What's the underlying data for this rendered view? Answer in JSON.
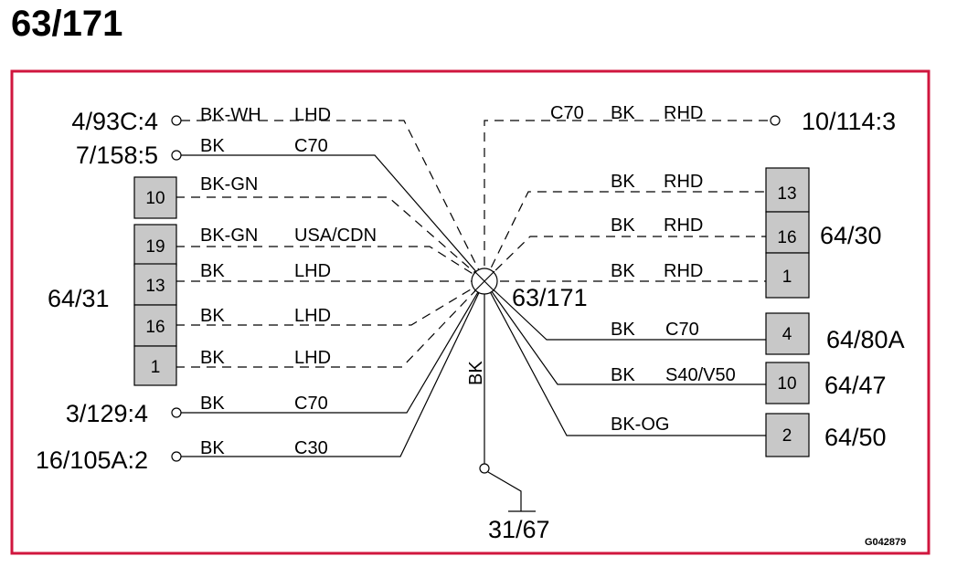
{
  "title": "63/171",
  "frame_color": "#d0163e",
  "pin_fill": "#c8c8c8",
  "figure_code": "G042879",
  "center": {
    "label": "63/171"
  },
  "ground": {
    "label": "31/67",
    "wire_color": "BK"
  },
  "left_terminals": [
    {
      "label": "4/93C:4",
      "color": "BK-WH",
      "condition": "LHD"
    },
    {
      "label": "7/158:5",
      "color": "BK",
      "condition": "C70"
    },
    {
      "label": "3/129:4",
      "color": "BK",
      "condition": "C70"
    },
    {
      "label": "16/105A:2",
      "color": "BK",
      "condition": "C30"
    }
  ],
  "left_connector": {
    "label": "64/31",
    "pins": [
      {
        "pin": "10",
        "color": "BK-GN",
        "condition": ""
      },
      {
        "pin": "19",
        "color": "BK-GN",
        "condition": "USA/CDN"
      },
      {
        "pin": "13",
        "color": "BK",
        "condition": "LHD"
      },
      {
        "pin": "16",
        "color": "BK",
        "condition": "LHD"
      },
      {
        "pin": "1",
        "color": "BK",
        "condition": "LHD"
      }
    ]
  },
  "right_terminal": {
    "label": "10/114:3",
    "condition_a": "C70",
    "color": "BK",
    "condition_b": "RHD"
  },
  "right_connector": {
    "label": "64/30",
    "pins": [
      {
        "pin": "13",
        "color": "BK",
        "condition": "RHD"
      },
      {
        "pin": "16",
        "color": "BK",
        "condition": "RHD"
      },
      {
        "pin": "1",
        "color": "BK",
        "condition": "RHD"
      }
    ]
  },
  "right_singles": [
    {
      "label": "64/80A",
      "pin": "4",
      "color": "BK",
      "condition": "C70"
    },
    {
      "label": "64/47",
      "pin": "10",
      "color": "BK",
      "condition": "S40/V50"
    },
    {
      "label": "64/50",
      "pin": "2",
      "color": "BK-OG",
      "condition": ""
    }
  ]
}
